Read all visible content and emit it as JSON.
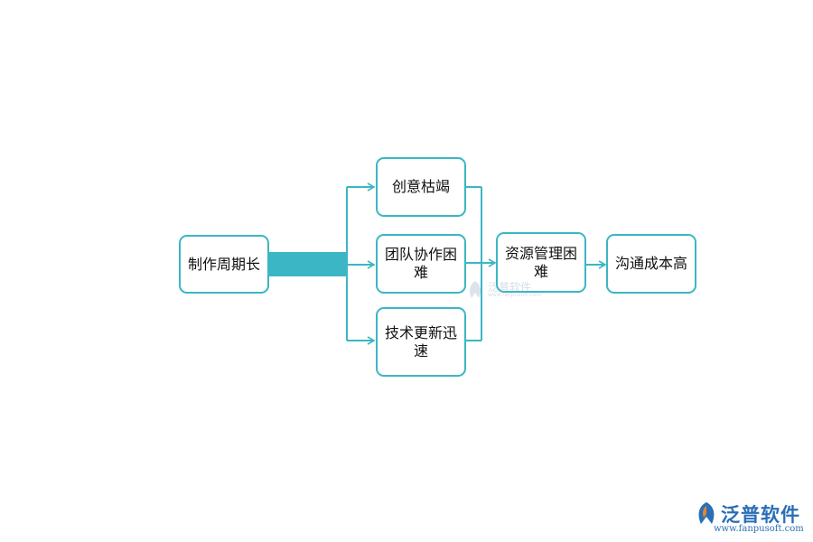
{
  "colors": {
    "line": "#3bb6c4",
    "text": "#111111",
    "logo": "#2a6fb6"
  },
  "nodes": {
    "source": "制作周期长",
    "mid1": "创意枯竭",
    "mid2": "团队协作困难",
    "mid3": "技术更新迅速",
    "resource": "资源管理困难",
    "comm": "沟通成本高"
  },
  "watermark": {
    "text": "泛普软件",
    "sub": "www.fanpusoft.com"
  },
  "logo": {
    "text": "泛普软件",
    "url": "www.fanpusoft.com",
    "icon": "fanpu-logo-icon"
  }
}
